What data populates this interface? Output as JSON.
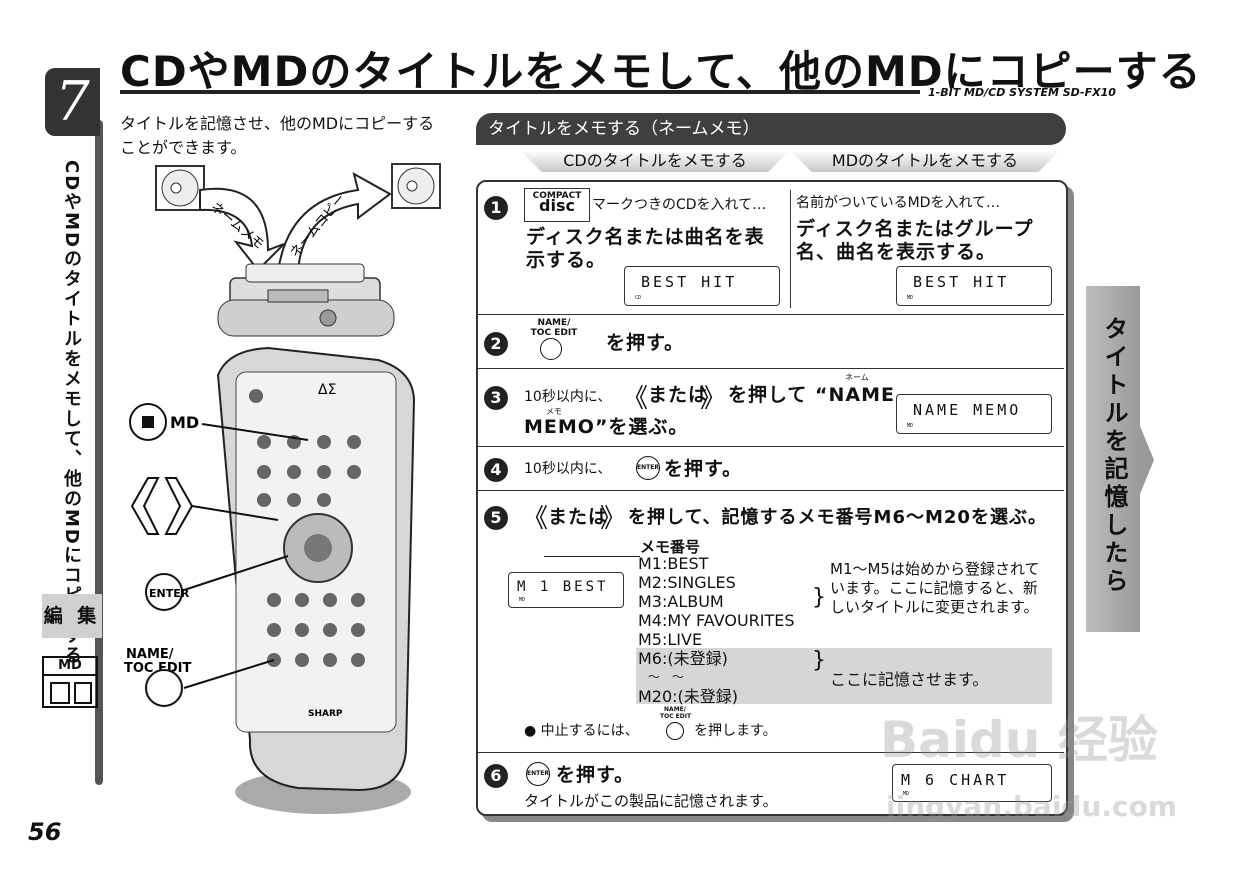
{
  "chapter": {
    "number": "7",
    "vertical_label": "CDやMDのタイトルをメモして、他のMDにコピーする",
    "section_label": "編 集",
    "md_label": "MD"
  },
  "page_number": "56",
  "title": "CDやMDのタイトルをメモして、他のMDにコピーする",
  "model_label": "1-BIT MD/CD SYSTEM  SD-FX10",
  "intro": "タイトルを記憶させ、他のMDにコピーすることができます。",
  "illustration": {
    "arrow_left_label": "ネームメモ",
    "arrow_right_label": "ネームコピー",
    "remote_callouts": {
      "stop_md": "MD",
      "enter": "ENTER",
      "name_toc": "NAME/\nTOC EDIT"
    }
  },
  "section": {
    "header": "タイトルをメモする（ネームメモ）",
    "col_a": "CDのタイトルをメモする",
    "col_b": "MDのタイトルをメモする"
  },
  "steps": {
    "s1": {
      "num": "1",
      "a_small": "マークつきのCDを入れて…",
      "a_big": "ディスク名または曲名を表示する。",
      "a_lcd": "BEST HIT",
      "a_lcd_sub": "CD",
      "b_small": "名前がついているMDを入れて…",
      "b_big": "ディスク名またはグループ名、曲名を表示する。",
      "b_lcd": "BEST HIT",
      "b_lcd_sub": "MD"
    },
    "s2": {
      "num": "2",
      "key_label": "NAME/\nTOC EDIT",
      "text": "を押す。"
    },
    "s3": {
      "num": "3",
      "prefix": "10秒以内に、",
      "text1": "または",
      "text2": "を押して “NAME",
      "ruby_name": "ネーム",
      "ruby_memo": "メモ",
      "text3": "MEMO”を選ぶ。",
      "lcd": "NAME MEMO",
      "lcd_sub": "MD"
    },
    "s4": {
      "num": "4",
      "prefix": "10秒以内に、",
      "key": "ENTER",
      "text": "を押す。"
    },
    "s5": {
      "num": "5",
      "text1": "または",
      "text2": "を押して、記憶するメモ番号M6〜M20を選ぶ。",
      "list_head": "メモ番号",
      "lcd": "M 1 BEST",
      "lcd_sub": "MD",
      "presets": [
        "M1:BEST",
        "M2:SINGLES",
        "M3:ALBUM",
        "M4:MY FAVOURITES",
        "M5:LIVE"
      ],
      "preset_note": "M1〜M5は始めから登録されています。ここに記憶すると、新しいタイトルに変更されます。",
      "free": [
        "M6:(未登録)",
        "〜　〜",
        "M20:(未登録)"
      ],
      "free_note": "ここに記憶させます。",
      "cancel_prefix": "● 中止するには、",
      "cancel_key": "NAME/\nTOC EDIT",
      "cancel_suffix": "を押します。"
    },
    "s6": {
      "num": "6",
      "key": "ENTER",
      "text": "を押す。",
      "sub": "タイトルがこの製品に記憶されます。",
      "lcd": "M 6 CHART",
      "lcd_sub": "MD"
    }
  },
  "right_tab": "タイトルを記憶したら",
  "watermark": {
    "line1": "Baidu 经验",
    "line2": "jingyan.baidu.com"
  }
}
